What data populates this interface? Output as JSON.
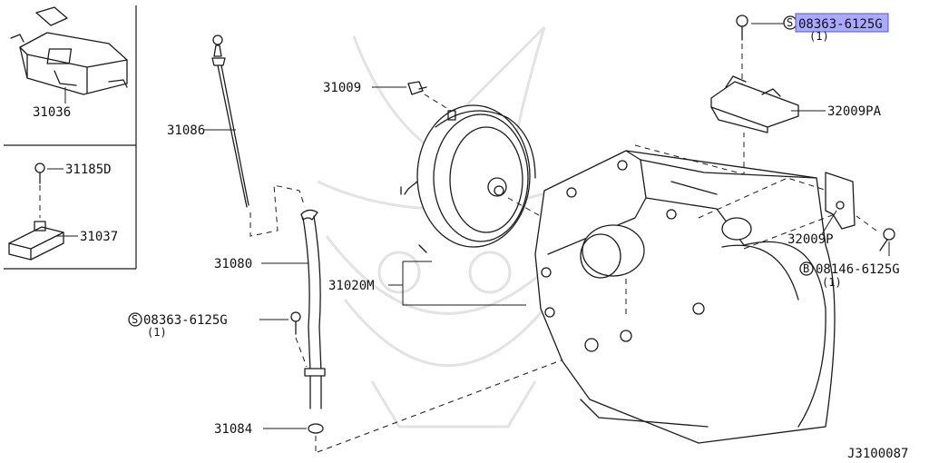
{
  "labels": {
    "p31036": "31036",
    "p31185d": "31185D",
    "p31037": "31037",
    "p31086": "31086",
    "p31080": "31080",
    "p31009": "31009",
    "p31020m": "31020M",
    "p31084": "31084",
    "bolt_top_code": "08363-6125G",
    "bolt_top_qty": "(1)",
    "p32009pa": "32009PA",
    "p32009p": "32009P",
    "bolt_right_code": "08146-6125G",
    "bolt_right_qty": "(1)",
    "bolt_left_code": "08363-6125G",
    "bolt_left_qty": "(1)",
    "drawing_number": "J3100087"
  },
  "symbols": {
    "s_mark": "S",
    "b_mark": "B"
  },
  "colors": {
    "highlight": "#a9a9ff",
    "ink": "#1b1b1b",
    "watermark": "#e3e3e3"
  }
}
